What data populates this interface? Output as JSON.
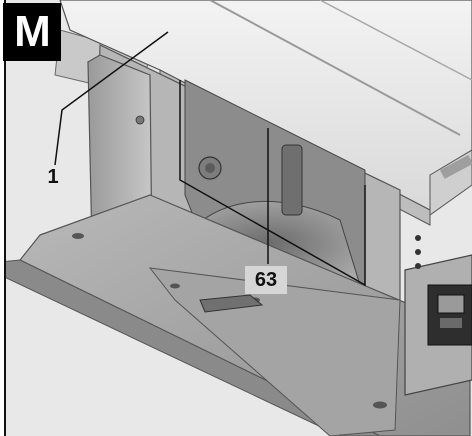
{
  "figure": {
    "panel_label": "M",
    "callouts": [
      {
        "label": "1"
      },
      {
        "label": "63"
      }
    ]
  }
}
